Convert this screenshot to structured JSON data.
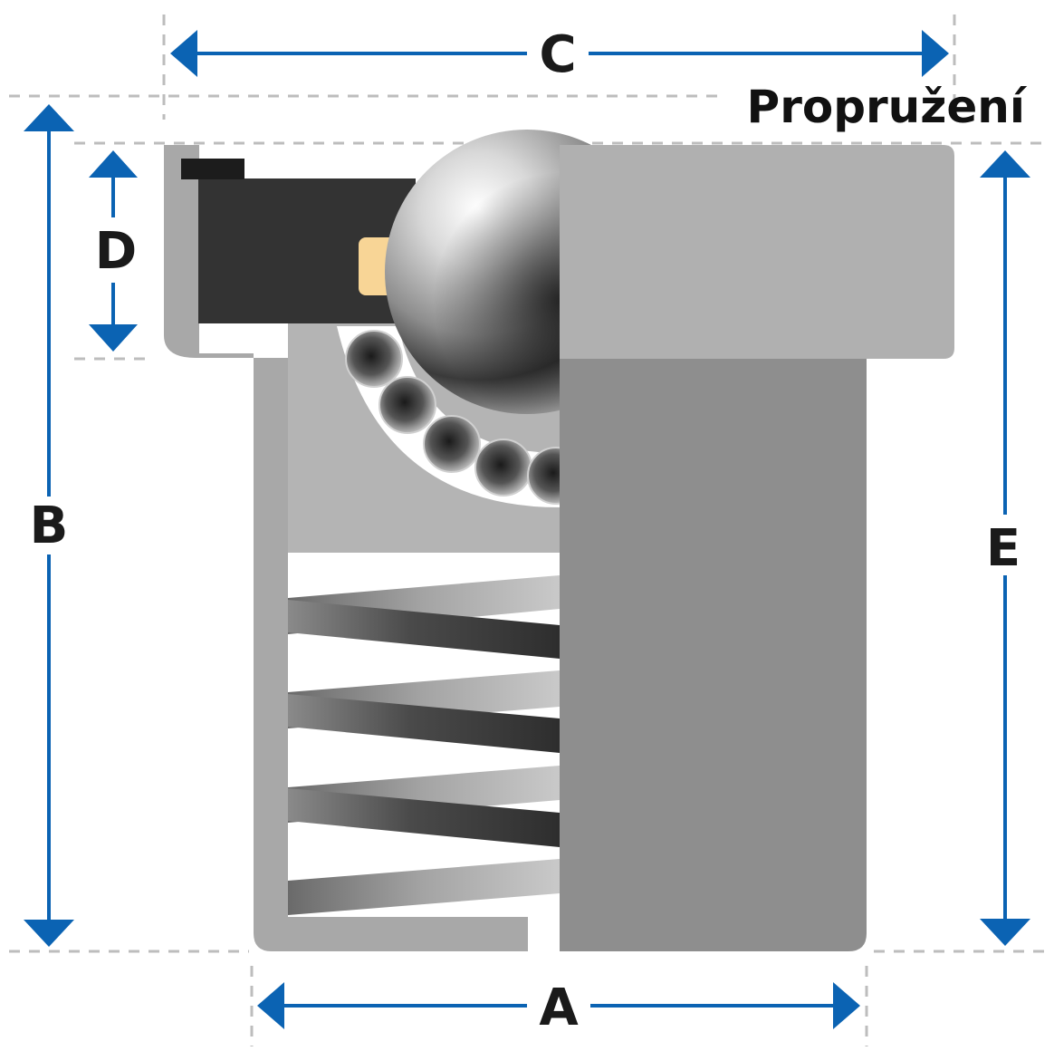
{
  "title": "Propružení",
  "dimensions": {
    "a": "A",
    "b": "B",
    "c": "C",
    "d": "D",
    "e": "E"
  },
  "colors": {
    "arrow": "#0b63b3",
    "guide": "#bdbdbd",
    "housing": "#a8a8a8",
    "housing_dark": "#8e8e8e",
    "cap": "#b0b0b0",
    "insert": "#333333",
    "seal": "#1c1c1c",
    "pad": "#f8d596",
    "cavity": "#b4b4b4",
    "spring_light": "#c4c4c4",
    "spring_dark": "#3a3a3a"
  }
}
